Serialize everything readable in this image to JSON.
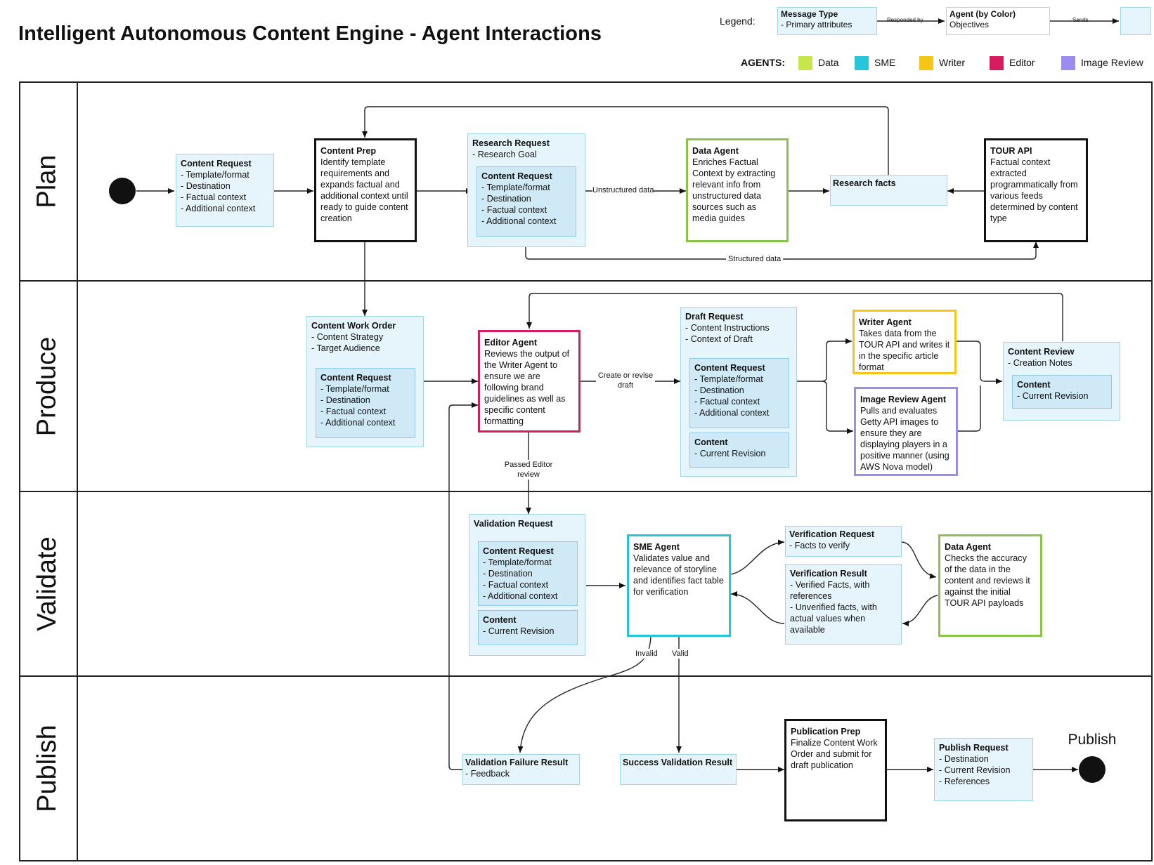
{
  "title": "Intelligent Autonomous Content Engine - Agent Interactions",
  "legend": {
    "label": "Legend:",
    "message_title": "Message Type",
    "message_sub": "- Primary attributes",
    "agent_title": "Agent (by Color)",
    "agent_sub": "Objectives",
    "responded_by": "Responded by",
    "sends": "Sends",
    "agents_label": "AGENTS:",
    "agents": [
      {
        "name": "Data",
        "color": "#c6e64a"
      },
      {
        "name": "SME",
        "color": "#26c6da"
      },
      {
        "name": "Writer",
        "color": "#f5c518"
      },
      {
        "name": "Editor",
        "color": "#d81b60"
      },
      {
        "name": "Image Review",
        "color": "#9c8cf0"
      }
    ]
  },
  "lanes": [
    "Plan",
    "Produce",
    "Validate",
    "Publish"
  ],
  "colors": {
    "message_fill": "#e6f5fb",
    "message_border": "#9fd6ea",
    "inner_fill": "#cfeaf6",
    "data": "#8bc34a",
    "editor": "#d81b60",
    "writer": "#f5c518",
    "image_review": "#9c8cf0",
    "sme": "#26c6da"
  },
  "plan": {
    "content_request": {
      "title": "Content Request",
      "lines": [
        "- Template/format",
        "- Destination",
        "- Factual context",
        "- Additional context"
      ]
    },
    "content_prep": {
      "title": "Content Prep",
      "lines": [
        "Identify template requirements and expands factual and additional context until ready to guide content creation"
      ]
    },
    "research_request": {
      "title": "Research Request",
      "lines": [
        "- Research Goal"
      ]
    },
    "research_request_inner": {
      "title": "Content Request",
      "lines": [
        "- Template/format",
        "- Destination",
        "- Factual context",
        "- Additional context"
      ]
    },
    "data_agent": {
      "title": "Data Agent",
      "lines": [
        "Enriches Factual Context by extracting relevant info from unstructured data sources such as media guides"
      ]
    },
    "research_facts": {
      "title": "Research facts"
    },
    "tour_api": {
      "title": "TOUR API",
      "lines": [
        "Factual context extracted programmatically from various feeds determined by content type"
      ]
    },
    "unstructured_label": "Unstructured data",
    "structured_label": "Structured data"
  },
  "produce": {
    "work_order": {
      "title": "Content Work Order",
      "lines": [
        "- Content Strategy",
        "- Target Audience"
      ]
    },
    "work_order_inner": {
      "title": "Content Request",
      "lines": [
        "- Template/format",
        "- Destination",
        "- Factual context",
        "- Additional context"
      ]
    },
    "editor_agent": {
      "title": "Editor Agent",
      "lines": [
        "Reviews the output of the Writer Agent to ensure we are following brand guidelines as well as specific content formatting"
      ]
    },
    "create_revise_label": "Create or revise draft",
    "draft_request": {
      "title": "Draft Request",
      "lines": [
        "- Content Instructions",
        "- Context of Draft"
      ]
    },
    "draft_inner_request": {
      "title": "Content Request",
      "lines": [
        "- Template/format",
        "- Destination",
        "- Factual context",
        "- Additional context"
      ]
    },
    "draft_inner_content": {
      "title": "Content",
      "lines": [
        "- Current Revision"
      ]
    },
    "writer_agent": {
      "title": "Writer Agent",
      "lines": [
        "Takes data from the TOUR API and writes it in the specific article format"
      ]
    },
    "image_agent": {
      "title": "Image Review Agent",
      "lines": [
        "Pulls and evaluates Getty API images to ensure they are displaying players in a positive manner (using AWS Nova model)"
      ]
    },
    "content_review": {
      "title": "Content Review",
      "lines": [
        "- Creation Notes"
      ]
    },
    "content_review_inner": {
      "title": "Content",
      "lines": [
        "- Current Revision"
      ]
    },
    "passed_label": "Passed Editor review"
  },
  "validate": {
    "validation_request": {
      "title": "Validation Request",
      "lines": []
    },
    "validation_inner_request": {
      "title": "Content Request",
      "lines": [
        "- Template/format",
        "- Destination",
        "- Factual context",
        "- Additional context"
      ]
    },
    "validation_inner_content": {
      "title": "Content",
      "lines": [
        "- Current Revision"
      ]
    },
    "sme_agent": {
      "title": "SME Agent",
      "lines": [
        "Validates value and relevance of storyline and identifies fact table for verification"
      ]
    },
    "verification_request": {
      "title": "Verification Request",
      "lines": [
        "- Facts to verify"
      ]
    },
    "verification_result": {
      "title": "Verification Result",
      "lines": [
        "- Verified Facts, with references",
        "- Unverified facts, with actual values when available"
      ]
    },
    "data_agent": {
      "title": "Data Agent",
      "lines": [
        "Checks the accuracy of the data in the content and reviews it against the initial TOUR API payloads"
      ]
    },
    "invalid_label": "Invalid",
    "valid_label": "Valid"
  },
  "publish": {
    "failure_result": {
      "title": "Validation Failure Result",
      "lines": [
        "- Feedback"
      ]
    },
    "success_result": {
      "title": "Success Validation Result",
      "lines": []
    },
    "publication_prep": {
      "title": "Publication Prep",
      "lines": [
        "Finalize Content Work Order and submit for draft publication"
      ]
    },
    "publish_request": {
      "title": "Publish Request",
      "lines": [
        "- Destination",
        "- Current Revision",
        "- References"
      ]
    },
    "publish_label": "Publish"
  }
}
